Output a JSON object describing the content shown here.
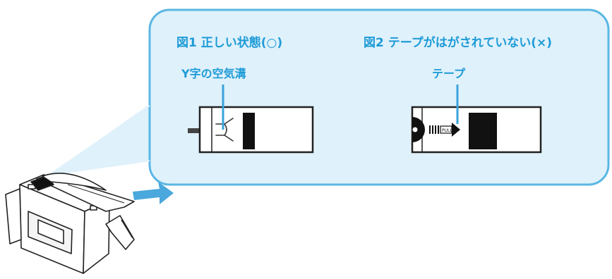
{
  "figure1": {
    "title": "図1 正しい状態(○)",
    "label": "Y字の空気溝"
  },
  "figure2": {
    "title": "図2 テープがはがされていない(×)",
    "label": "テープ",
    "tape_text": "PULL"
  },
  "colors": {
    "callout_fill": "#dff1fb",
    "callout_border": "#5ab7e3",
    "label_text": "#1e9bd7",
    "arrow": "#4aa8dc",
    "outline": "#222222"
  }
}
